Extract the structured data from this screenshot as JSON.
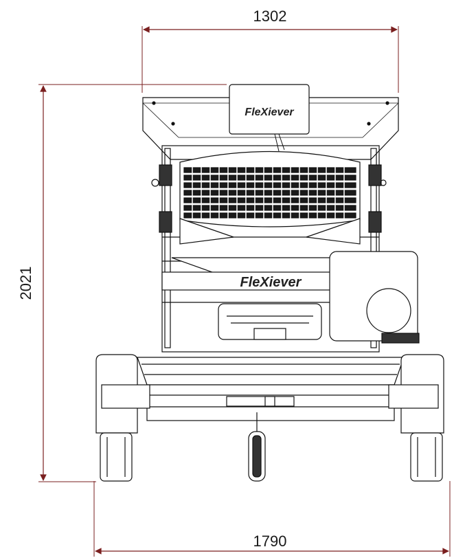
{
  "dimensions": {
    "top_width": "1302",
    "height": "2021",
    "bottom_width": "1790"
  },
  "logos": {
    "hopper_logo": "FleXiever",
    "body_logo": "FleXiever"
  },
  "colors": {
    "dimension_line": "#7a1f1f",
    "drawing_line": "#111111",
    "fill_dark": "#1a1a1a",
    "background": "#ffffff"
  }
}
